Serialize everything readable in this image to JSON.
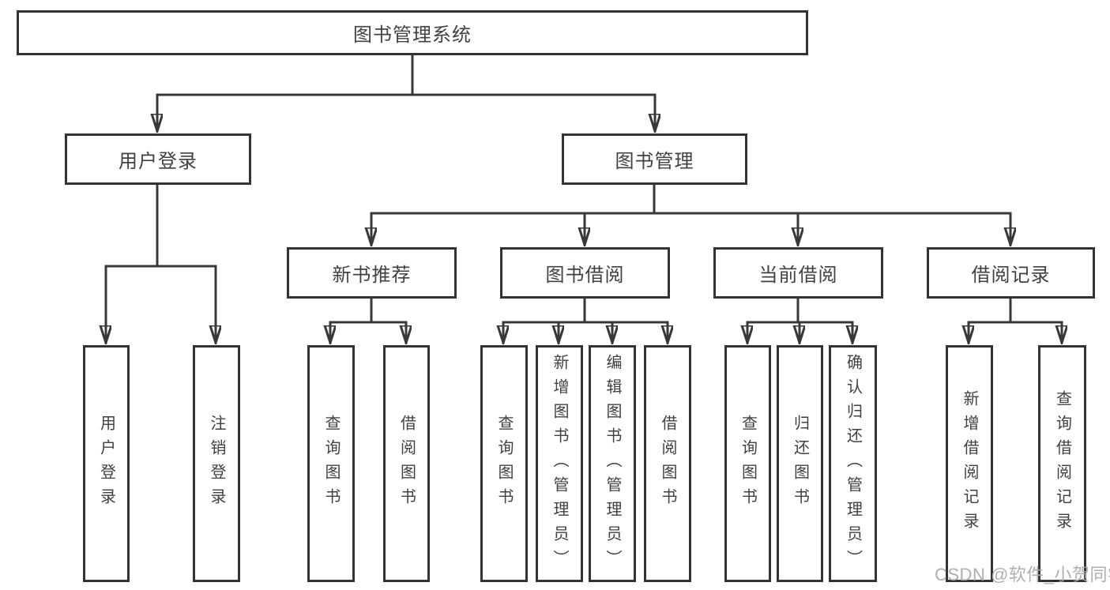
{
  "diagram": {
    "type": "hierarchy-tree",
    "line_color": "#383838",
    "background": "#ffffff",
    "root": {
      "label": "图书管理系统",
      "children": [
        {
          "label": "用户登录",
          "children": [
            {
              "label": "用户登录"
            },
            {
              "label": "注销登录"
            }
          ]
        },
        {
          "label": "图书管理",
          "children": [
            {
              "label": "新书推荐",
              "children": [
                {
                  "label": "查询图书"
                },
                {
                  "label": "借阅图书"
                }
              ]
            },
            {
              "label": "图书借阅",
              "children": [
                {
                  "label": "查询图书"
                },
                {
                  "label": "新增图书（管理员）"
                },
                {
                  "label": "编辑图书（管理员）"
                },
                {
                  "label": "借阅图书"
                }
              ]
            },
            {
              "label": "当前借阅",
              "children": [
                {
                  "label": "查询图书"
                },
                {
                  "label": "归还图书"
                },
                {
                  "label": "确认归还（管理员）"
                }
              ]
            },
            {
              "label": "借阅记录",
              "children": [
                {
                  "label": "新增借阅记录"
                },
                {
                  "label": "查询借阅记录"
                }
              ]
            }
          ]
        }
      ]
    }
  },
  "watermark": {
    "text": "CSDN @软件_小贺同学",
    "color": "#a8a8a8"
  }
}
